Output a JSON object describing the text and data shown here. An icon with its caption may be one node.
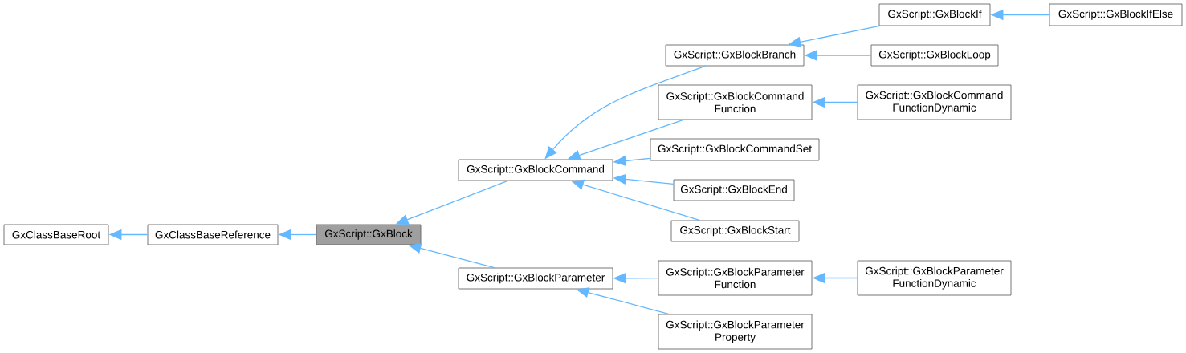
{
  "diagram": {
    "nodes": [
      {
        "text": [
          "GxClassBaseRoot"
        ]
      },
      {
        "text": [
          "GxClassBaseReference"
        ]
      },
      {
        "text": [
          "GxScript::GxBlock"
        ]
      },
      {
        "text": [
          "GxScript::GxBlockCommand"
        ]
      },
      {
        "text": [
          "GxScript::GxBlockParameter"
        ]
      },
      {
        "text": [
          "GxScript::GxBlockBranch"
        ]
      },
      {
        "text": [
          "GxScript::GxBlockCommand Function"
        ]
      },
      {
        "text": [
          "GxScript::GxBlockCommandSet"
        ]
      },
      {
        "text": [
          "GxScript::GxBlockEnd"
        ]
      },
      {
        "text": [
          "GxScript::GxBlockStart"
        ]
      },
      {
        "text": [
          "GxScript::GxBlockParameter Function"
        ]
      },
      {
        "text": [
          "GxScript::GxBlockParameter Property"
        ]
      },
      {
        "text": [
          "GxScript::GxBlockIf"
        ]
      },
      {
        "text": [
          "GxScript::GxBlockLoop"
        ]
      },
      {
        "text": [
          "GxScript::GxBlockCommand FunctionDynamic"
        ]
      },
      {
        "text": [
          "GxScript::GxBlockParameter FunctionDynamic"
        ]
      },
      {
        "text": [
          "GxScript::GxBlockIfElse"
        ]
      }
    ],
    "edges": [
      {
        "from": 1,
        "to": 0,
        "arrow": "to"
      },
      {
        "from": 2,
        "to": 1,
        "arrow": "to"
      },
      {
        "from": 3,
        "to": 2,
        "arrow": "to"
      },
      {
        "from": 4,
        "to": 2,
        "arrow": "to"
      },
      {
        "from": 5,
        "to": 3,
        "arrow": "to"
      },
      {
        "from": 6,
        "to": 3,
        "arrow": "to"
      },
      {
        "from": 7,
        "to": 3,
        "arrow": "to"
      },
      {
        "from": 8,
        "to": 3,
        "arrow": "to"
      },
      {
        "from": 9,
        "to": 3,
        "arrow": "to"
      },
      {
        "from": 10,
        "to": 4,
        "arrow": "to"
      },
      {
        "from": 11,
        "to": 4,
        "arrow": "to"
      },
      {
        "from": 12,
        "to": 5,
        "arrow": "to"
      },
      {
        "from": 13,
        "to": 5,
        "arrow": "to"
      },
      {
        "from": 14,
        "to": 6,
        "arrow": "to"
      },
      {
        "from": 15,
        "to": 10,
        "arrow": "to"
      },
      {
        "from": 16,
        "to": 12,
        "arrow": "to"
      }
    ]
  }
}
